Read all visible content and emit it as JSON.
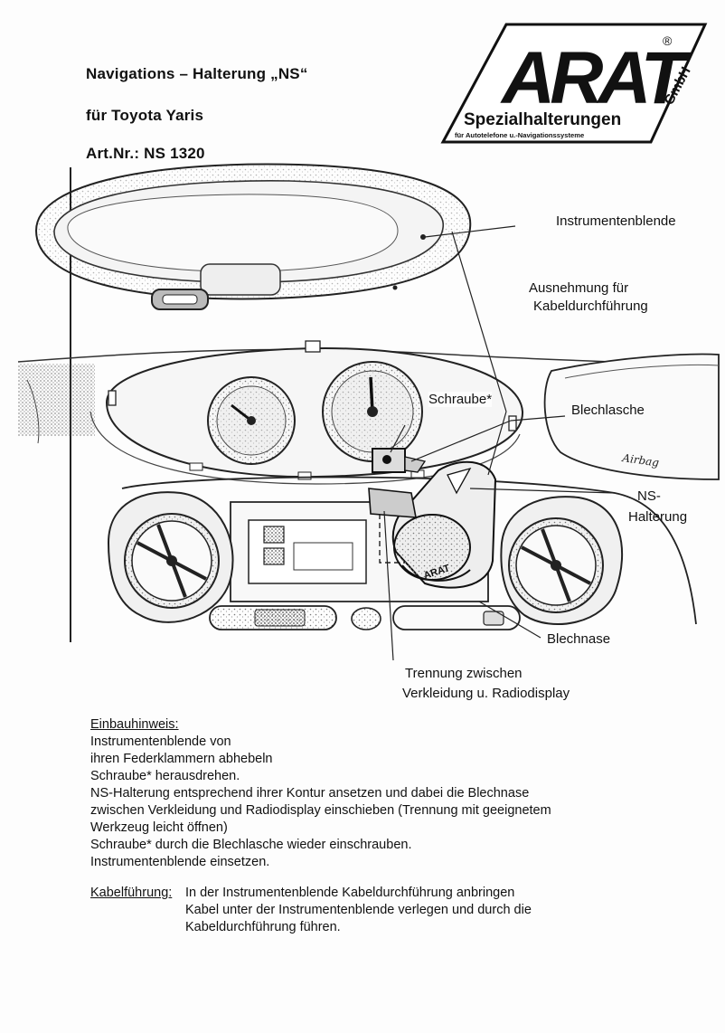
{
  "header": {
    "title": "Navigations – Halterung „NS“",
    "subtitle": "für Toyota Yaris",
    "article": "Art.Nr.:  NS  1320"
  },
  "logo": {
    "brand": "ARAT",
    "reg": "®",
    "gmbh": "GmbH",
    "tagline": "Spezialhalterungen",
    "subline": "für Autotelefone u.-Navigationssysteme"
  },
  "callouts": {
    "instrumentenblende": "Instrumentenblende",
    "ausnehmung_1": "Ausnehmung für",
    "ausnehmung_2": "Kabeldurchführung",
    "schraube": "Schraube*",
    "blechlasche": "Blechlasche",
    "airbag": "Airbag",
    "ns_halterung_1": "NS-",
    "ns_halterung_2": "Halterung",
    "blechnase": "Blechnase",
    "trennung_1": "Trennung zwischen",
    "trennung_2": "Verkleidung u. Radiodisplay",
    "arat_mark": "ARAT"
  },
  "instructions": {
    "heading": "Einbauhinweis:",
    "lines": [
      "Instrumentenblende von",
      "ihren Federklammern abhebeln",
      "Schraube* herausdrehen.",
      "NS-Halterung entsprechend ihrer Kontur ansetzen und dabei die Blechnase",
      "zwischen Verkleidung und Radiodisplay einschieben (Trennung mit geeignetem",
      "Werkzeug leicht öffnen)",
      "Schraube* durch die Blechlasche wieder einschrauben.",
      "Instrumentenblende einsetzen."
    ]
  },
  "cable": {
    "heading": "Kabelführung:",
    "lines": [
      "In der Instrumentenblende Kabeldurchführung anbringen",
      "Kabel unter der Instrumentenblende verlegen und durch die",
      "Kabeldurchführung führen."
    ]
  }
}
